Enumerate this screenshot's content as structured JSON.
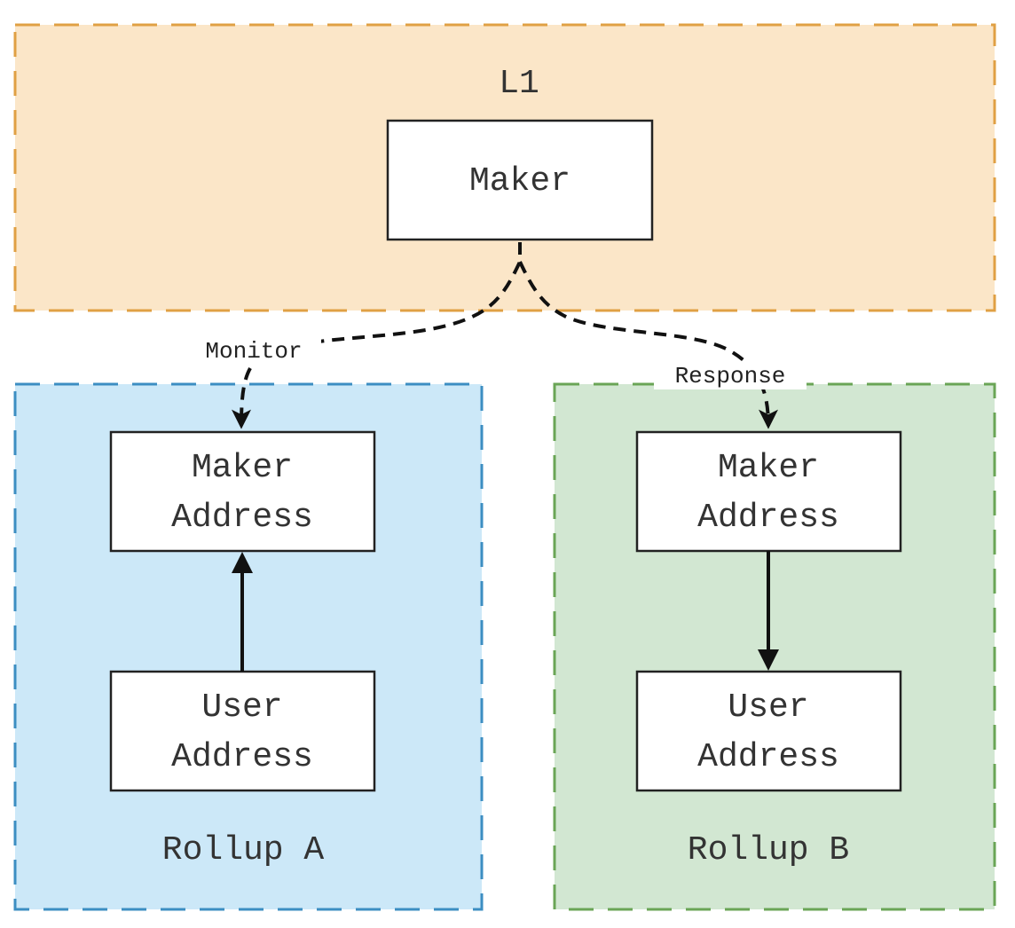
{
  "regions": {
    "l1": {
      "title": "L1",
      "fill": "#fbe6c8",
      "stroke": "#e0a044"
    },
    "rollup_a": {
      "title": "Rollup A",
      "fill": "#cce8f8",
      "stroke": "#3c8ec2"
    },
    "rollup_b": {
      "title": "Rollup B",
      "fill": "#d2e7d2",
      "stroke": "#6aa556"
    }
  },
  "nodes": {
    "maker": {
      "label": "Maker"
    },
    "a_maker_address": {
      "line1": "Maker",
      "line2": "Address"
    },
    "a_user_address": {
      "line1": "User",
      "line2": "Address"
    },
    "b_maker_address": {
      "line1": "Maker",
      "line2": "Address"
    },
    "b_user_address": {
      "line1": "User",
      "line2": "Address"
    }
  },
  "edges": {
    "monitor": {
      "label": "Monitor",
      "style": "dashed"
    },
    "response": {
      "label": "Response",
      "style": "dashed"
    },
    "a_user_to_maker": {
      "style": "solid"
    },
    "b_maker_to_user": {
      "style": "solid"
    }
  }
}
